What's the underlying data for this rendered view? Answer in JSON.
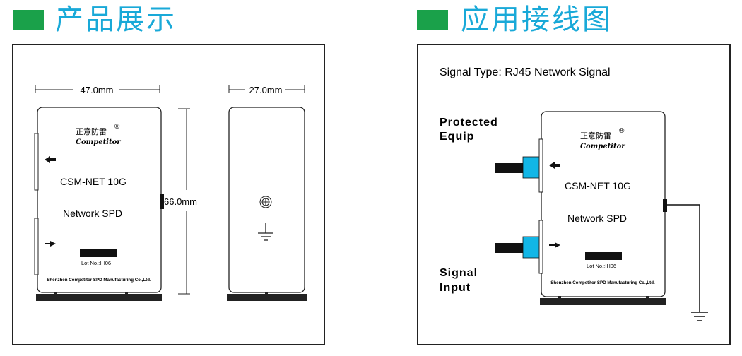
{
  "product_section": {
    "title": "产品展示",
    "front_view": {
      "width_dim": "47.0mm",
      "height_dim": "66.0mm",
      "brand_cn": "正意防雷",
      "brand_en": "Competitor",
      "registered": "®",
      "model": "CSM-NET 10G",
      "product_name": "Network SPD",
      "lot_no": "Lot No.:IH06",
      "manufacturer": "Shenzhen Competitor SPD Manufacturing Co.,Ltd."
    },
    "side_view": {
      "width_dim": "27.0mm"
    }
  },
  "wiring_section": {
    "title": "应用接线图",
    "signal_type": "Signal Type: RJ45 Network Signal",
    "protected_label_line1": "Protected",
    "protected_label_line2": "Equip",
    "signal_label_line1": "Signal",
    "signal_label_line2": "Input",
    "device": {
      "brand_cn": "正意防雷",
      "brand_en": "Competitor",
      "registered": "®",
      "model": "CSM-NET 10G",
      "product_name": "Network SPD",
      "lot_no": "Lot No.:IH06",
      "manufacturer": "Shenzhen Competitor SPD Manufacturing Co.,Ltd."
    }
  },
  "colors": {
    "header_square": "#1aa14a",
    "header_text": "#19a9d8",
    "connector_blue": "#12b6e6",
    "outline": "#222222"
  }
}
